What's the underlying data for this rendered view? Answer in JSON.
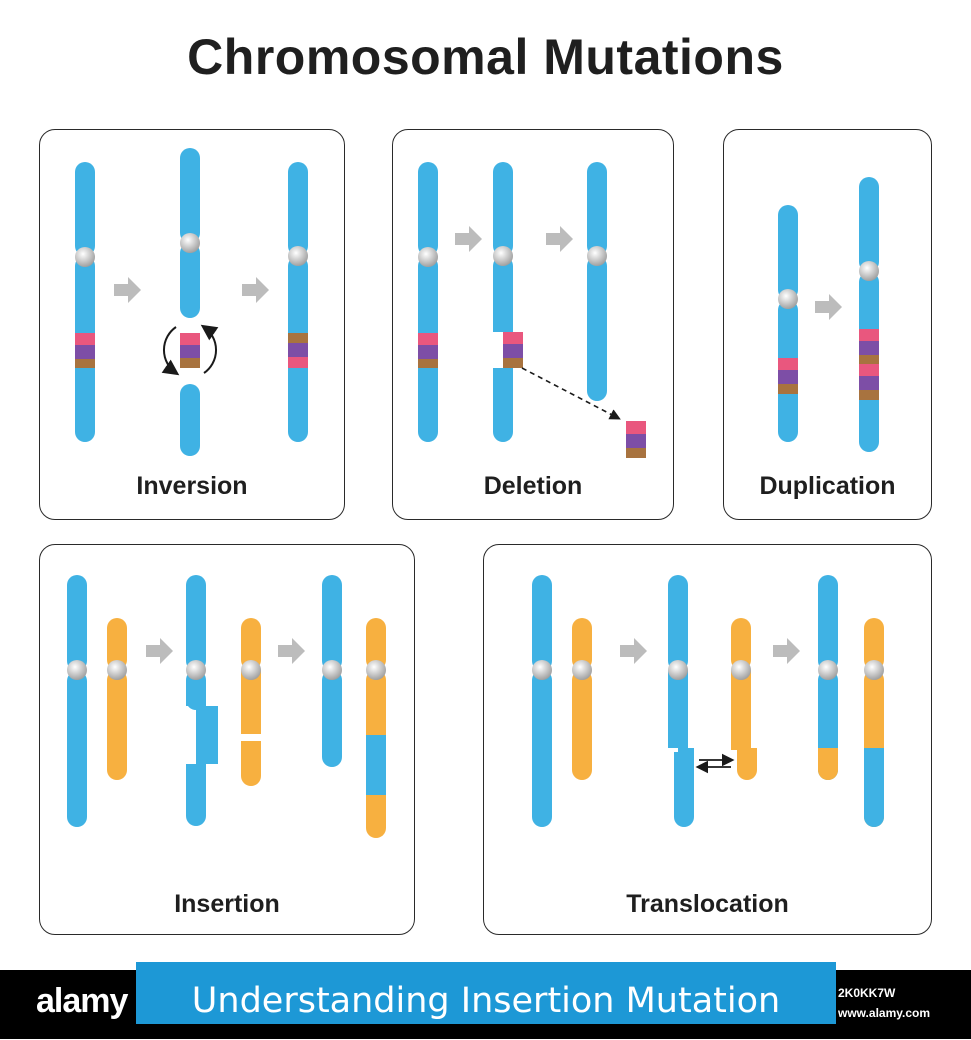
{
  "title": "Chromosomal Mutations",
  "panels": {
    "inversion": "Inversion",
    "deletion": "Deletion",
    "duplication": "Duplication",
    "insertion": "Insertion",
    "translocation": "Translocation"
  },
  "caption": "Understanding Insertion Mutation",
  "watermark": {
    "brand": "alamy",
    "image_id": "2K0KK7W",
    "site": "www.alamy.com"
  },
  "colors": {
    "chromosome_blue": "#3fb2e4",
    "chromosome_orange": "#f7b040",
    "centromere": "#c4c4c4",
    "band_pink": "#e9577e",
    "band_purple": "#7d4ea6",
    "band_brown": "#a8733f",
    "arrow_gray": "#bcbcbc",
    "caption_bg": "#1d98d6"
  },
  "icons": [
    "process-arrow-icon",
    "rotation-arrow-icon",
    "swap-arrow-icon",
    "dashed-arrow-icon"
  ]
}
